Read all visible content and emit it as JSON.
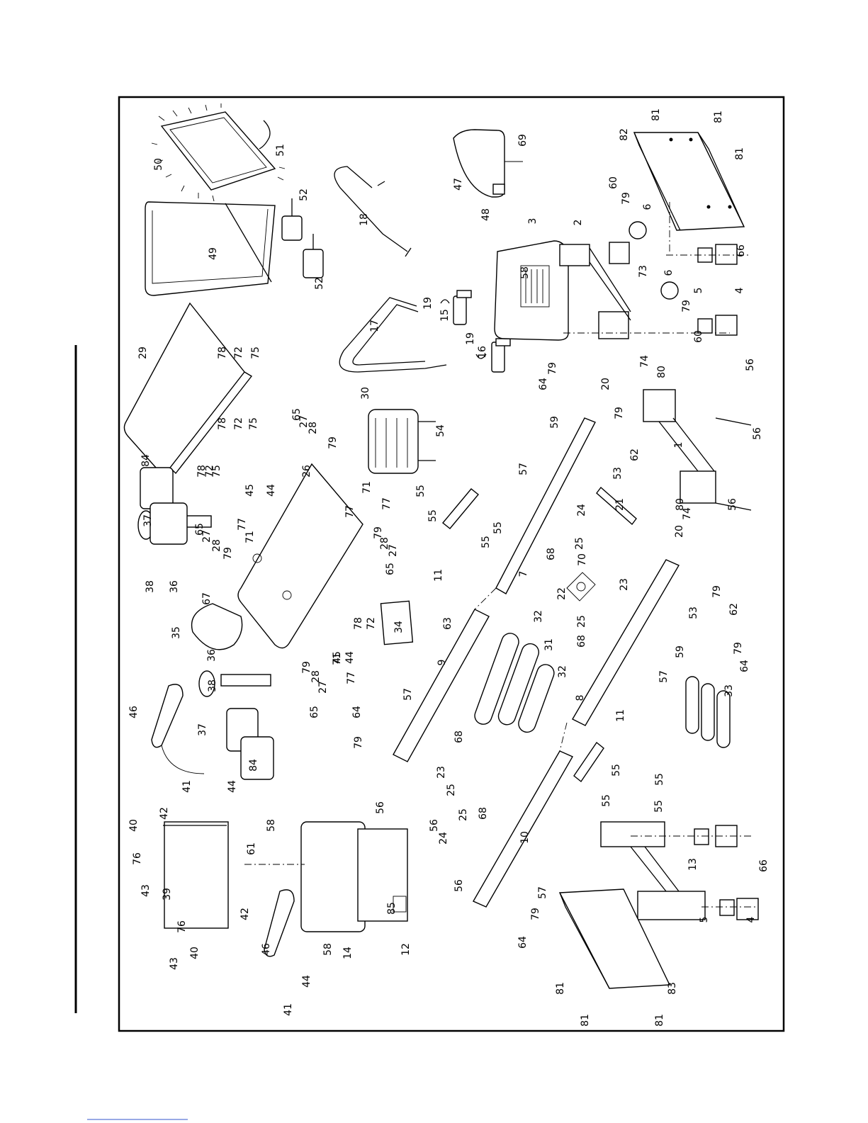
{
  "diagram": {
    "labels": [
      {
        "id": "l50",
        "text": "50"
      },
      {
        "id": "l51",
        "text": "51"
      },
      {
        "id": "l52a",
        "text": "52"
      },
      {
        "id": "l52b",
        "text": "52"
      },
      {
        "id": "l49",
        "text": "49"
      },
      {
        "id": "l29",
        "text": "29"
      },
      {
        "id": "l78a",
        "text": "78"
      },
      {
        "id": "l72a",
        "text": "72"
      },
      {
        "id": "l75a",
        "text": "75"
      },
      {
        "id": "l78b",
        "text": "78"
      },
      {
        "id": "l72b",
        "text": "72"
      },
      {
        "id": "l75b",
        "text": "75"
      },
      {
        "id": "l78c",
        "text": "78"
      },
      {
        "id": "l72c",
        "text": "72"
      },
      {
        "id": "l75c",
        "text": "75"
      },
      {
        "id": "l84a",
        "text": "84"
      },
      {
        "id": "l18",
        "text": "18"
      },
      {
        "id": "l17",
        "text": "17"
      },
      {
        "id": "l19a",
        "text": "19"
      },
      {
        "id": "l19b",
        "text": "19"
      },
      {
        "id": "l15",
        "text": "15"
      },
      {
        "id": "l16",
        "text": "16"
      },
      {
        "id": "l47",
        "text": "47"
      },
      {
        "id": "l48",
        "text": "48"
      },
      {
        "id": "l69",
        "text": "69"
      },
      {
        "id": "l82",
        "text": "82"
      },
      {
        "id": "l81a",
        "text": "81"
      },
      {
        "id": "l81b",
        "text": "81"
      },
      {
        "id": "l81c",
        "text": "81"
      },
      {
        "id": "l60a",
        "text": "60"
      },
      {
        "id": "l79a",
        "text": "79"
      },
      {
        "id": "l6a",
        "text": "6"
      },
      {
        "id": "l3",
        "text": "3"
      },
      {
        "id": "l2",
        "text": "2"
      },
      {
        "id": "l73",
        "text": "73"
      },
      {
        "id": "l6b",
        "text": "6"
      },
      {
        "id": "l58a",
        "text": "58"
      },
      {
        "id": "l79b",
        "text": "79"
      },
      {
        "id": "l60b",
        "text": "60"
      },
      {
        "id": "l5a",
        "text": "5"
      },
      {
        "id": "l4a",
        "text": "4"
      },
      {
        "id": "l66a",
        "text": "66"
      },
      {
        "id": "l30",
        "text": "30"
      },
      {
        "id": "l54",
        "text": "54"
      },
      {
        "id": "l65a",
        "text": "65"
      },
      {
        "id": "l27a",
        "text": "27"
      },
      {
        "id": "l28a",
        "text": "28"
      },
      {
        "id": "l79c",
        "text": "79"
      },
      {
        "id": "l26",
        "text": "26"
      },
      {
        "id": "l45a",
        "text": "45"
      },
      {
        "id": "l44a",
        "text": "44"
      },
      {
        "id": "l77a",
        "text": "77"
      },
      {
        "id": "l71a",
        "text": "71"
      },
      {
        "id": "l77b",
        "text": "77"
      },
      {
        "id": "l37a",
        "text": "37"
      },
      {
        "id": "l65b",
        "text": "65"
      },
      {
        "id": "l27b",
        "text": "27"
      },
      {
        "id": "l28b",
        "text": "28"
      },
      {
        "id": "l79d",
        "text": "79"
      },
      {
        "id": "l77c",
        "text": "77"
      },
      {
        "id": "l71b",
        "text": "71"
      },
      {
        "id": "l38a",
        "text": "38"
      },
      {
        "id": "l36a",
        "text": "36"
      },
      {
        "id": "l79e",
        "text": "79"
      },
      {
        "id": "l28c",
        "text": "28"
      },
      {
        "id": "l27c",
        "text": "27"
      },
      {
        "id": "l65c",
        "text": "65"
      },
      {
        "id": "l67",
        "text": "67"
      },
      {
        "id": "l35",
        "text": "35"
      },
      {
        "id": "l78d",
        "text": "78"
      },
      {
        "id": "l72d",
        "text": "72"
      },
      {
        "id": "l45b",
        "text": "45"
      },
      {
        "id": "l44b",
        "text": "44"
      },
      {
        "id": "l36b",
        "text": "36"
      },
      {
        "id": "l38b",
        "text": "38"
      },
      {
        "id": "l71c",
        "text": "71"
      },
      {
        "id": "l77d",
        "text": "77"
      },
      {
        "id": "l79f",
        "text": "79"
      },
      {
        "id": "l28d",
        "text": "28"
      },
      {
        "id": "l27d",
        "text": "27"
      },
      {
        "id": "l65d",
        "text": "65"
      },
      {
        "id": "l55a",
        "text": "55"
      },
      {
        "id": "l55b",
        "text": "55"
      },
      {
        "id": "l55c",
        "text": "55"
      },
      {
        "id": "l55d",
        "text": "55"
      },
      {
        "id": "l11a",
        "text": "11"
      },
      {
        "id": "l64a",
        "text": "64"
      },
      {
        "id": "l79g",
        "text": "79"
      },
      {
        "id": "l20a",
        "text": "20"
      },
      {
        "id": "l59a",
        "text": "59"
      },
      {
        "id": "l57a",
        "text": "57"
      },
      {
        "id": "l79h",
        "text": "79"
      },
      {
        "id": "l62a",
        "text": "62"
      },
      {
        "id": "l53a",
        "text": "53"
      },
      {
        "id": "l74a",
        "text": "74"
      },
      {
        "id": "l80a",
        "text": "80"
      },
      {
        "id": "l56a",
        "text": "56"
      },
      {
        "id": "l56b",
        "text": "56"
      },
      {
        "id": "l1",
        "text": "1"
      },
      {
        "id": "l80b",
        "text": "80"
      },
      {
        "id": "l74b",
        "text": "74"
      },
      {
        "id": "l56c",
        "text": "56"
      },
      {
        "id": "l24a",
        "text": "24"
      },
      {
        "id": "l25a",
        "text": "25"
      },
      {
        "id": "l68a",
        "text": "68"
      },
      {
        "id": "l21",
        "text": "21"
      },
      {
        "id": "l70",
        "text": "70"
      },
      {
        "id": "l22",
        "text": "22"
      },
      {
        "id": "l7",
        "text": "7"
      },
      {
        "id": "l20b",
        "text": "20"
      },
      {
        "id": "l23a",
        "text": "23"
      },
      {
        "id": "l25b",
        "text": "25"
      },
      {
        "id": "l68b",
        "text": "68"
      },
      {
        "id": "l34",
        "text": "34"
      },
      {
        "id": "l63",
        "text": "63"
      },
      {
        "id": "l32a",
        "text": "32"
      },
      {
        "id": "l31",
        "text": "31"
      },
      {
        "id": "l32b",
        "text": "32"
      },
      {
        "id": "l79i",
        "text": "79"
      },
      {
        "id": "l62b",
        "text": "62"
      },
      {
        "id": "l53b",
        "text": "53"
      },
      {
        "id": "l59b",
        "text": "59"
      },
      {
        "id": "l79j",
        "text": "79"
      },
      {
        "id": "l64b",
        "text": "64"
      },
      {
        "id": "l57b",
        "text": "57"
      },
      {
        "id": "l9",
        "text": "9"
      },
      {
        "id": "l57c",
        "text": "57"
      },
      {
        "id": "l64c",
        "text": "64"
      },
      {
        "id": "l79k",
        "text": "79"
      },
      {
        "id": "l23b",
        "text": "23"
      },
      {
        "id": "l25c",
        "text": "25"
      },
      {
        "id": "l68c",
        "text": "68"
      },
      {
        "id": "l8",
        "text": "8"
      },
      {
        "id": "l33",
        "text": "33"
      },
      {
        "id": "l11b",
        "text": "11"
      },
      {
        "id": "l55e",
        "text": "55"
      },
      {
        "id": "l55f",
        "text": "55"
      },
      {
        "id": "l55g",
        "text": "55"
      },
      {
        "id": "l55h",
        "text": "55"
      },
      {
        "id": "l46a",
        "text": "46"
      },
      {
        "id": "l37b",
        "text": "37"
      },
      {
        "id": "l84b",
        "text": "84"
      },
      {
        "id": "l41a",
        "text": "41"
      },
      {
        "id": "l44c",
        "text": "44"
      },
      {
        "id": "l40a",
        "text": "40"
      },
      {
        "id": "l42a",
        "text": "42"
      },
      {
        "id": "l76a",
        "text": "76"
      },
      {
        "id": "l43a",
        "text": "43"
      },
      {
        "id": "l39",
        "text": "39"
      },
      {
        "id": "l61",
        "text": "61"
      },
      {
        "id": "l58b",
        "text": "58"
      },
      {
        "id": "l56d",
        "text": "56"
      },
      {
        "id": "l56e",
        "text": "56"
      },
      {
        "id": "l56f",
        "text": "56"
      },
      {
        "id": "l85",
        "text": "85"
      },
      {
        "id": "l12",
        "text": "12"
      },
      {
        "id": "l14",
        "text": "14"
      },
      {
        "id": "l58c",
        "text": "58"
      },
      {
        "id": "l42b",
        "text": "42"
      },
      {
        "id": "l76b",
        "text": "76"
      },
      {
        "id": "l43b",
        "text": "43"
      },
      {
        "id": "l40b",
        "text": "40"
      },
      {
        "id": "l46b",
        "text": "46"
      },
      {
        "id": "l44d",
        "text": "44"
      },
      {
        "id": "l41b",
        "text": "41"
      },
      {
        "id": "l25d",
        "text": "25"
      },
      {
        "id": "l68d",
        "text": "68"
      },
      {
        "id": "l24b",
        "text": "24"
      },
      {
        "id": "l10",
        "text": "10"
      },
      {
        "id": "l79l",
        "text": "79"
      },
      {
        "id": "l57d",
        "text": "57"
      },
      {
        "id": "l64d",
        "text": "64"
      },
      {
        "id": "l13",
        "text": "13"
      },
      {
        "id": "l5b",
        "text": "5"
      },
      {
        "id": "l4b",
        "text": "4"
      },
      {
        "id": "l66b",
        "text": "66"
      },
      {
        "id": "l81d",
        "text": "81"
      },
      {
        "id": "l81e",
        "text": "81"
      },
      {
        "id": "l81f",
        "text": "81"
      },
      {
        "id": "l83",
        "text": "83"
      }
    ]
  }
}
